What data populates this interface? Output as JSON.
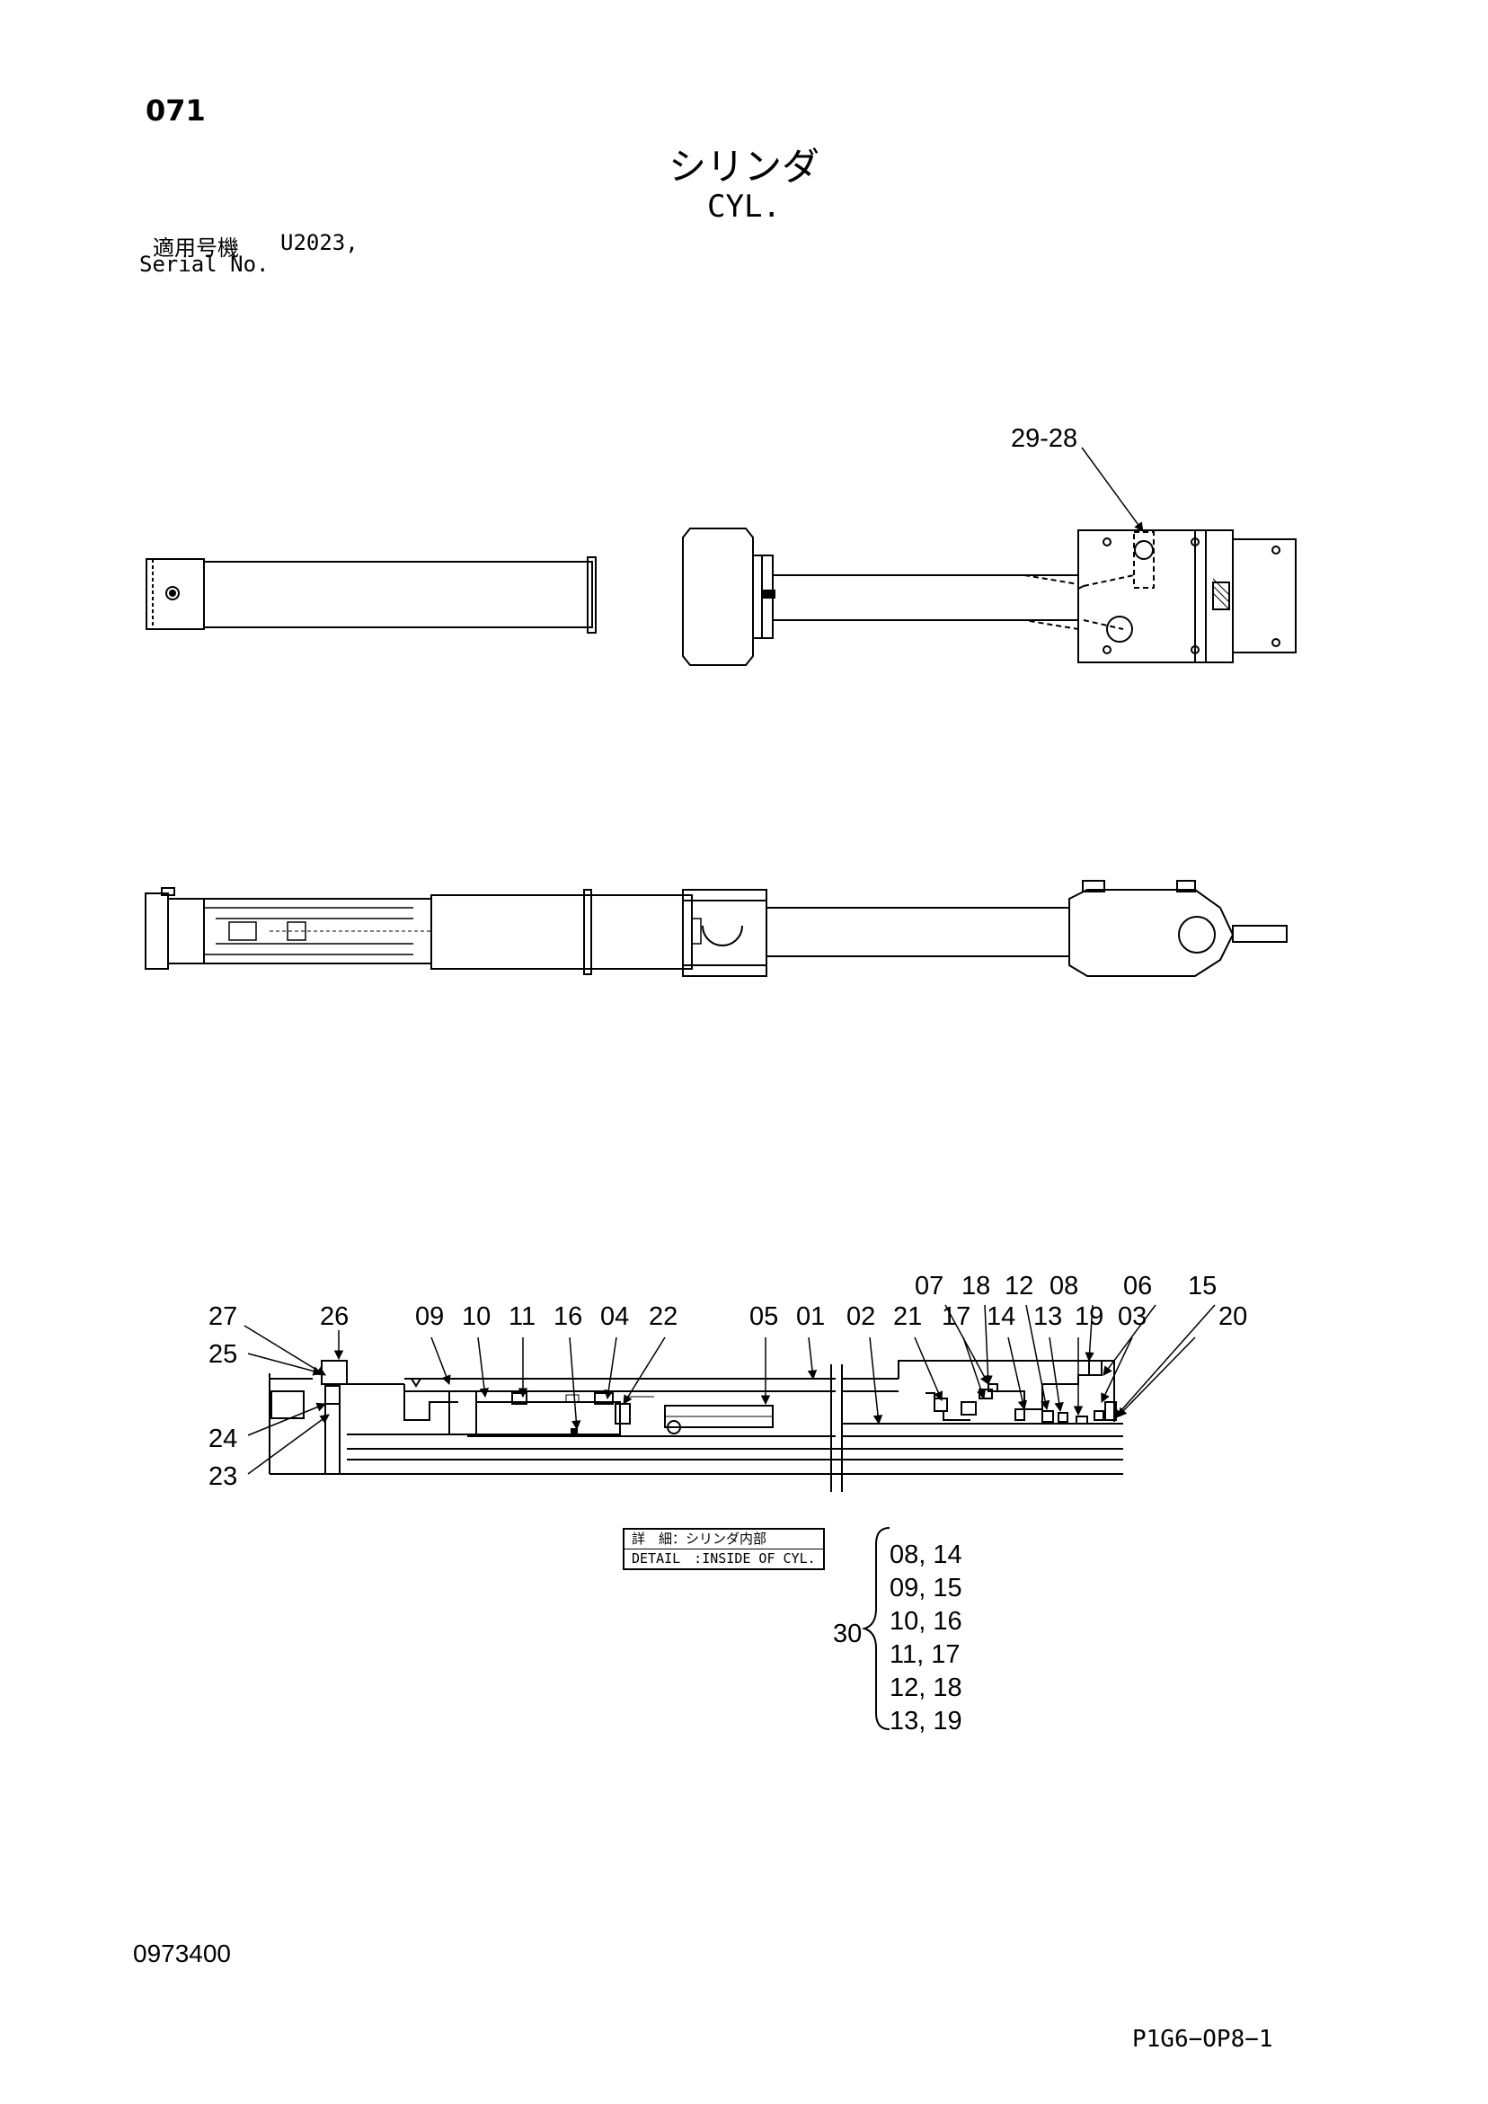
{
  "header": {
    "page_number": "071",
    "title_ja": "シリンダ",
    "title_en": "CYL.",
    "serial_label_ja": "適用号機",
    "serial_value": "U2023,",
    "serial_label_en": "Serial No."
  },
  "callouts": {
    "top_view": "29-28",
    "detail": [
      "27",
      "26",
      "25",
      "24",
      "23",
      "09",
      "10",
      "11",
      "16",
      "04",
      "22",
      "05",
      "01",
      "02",
      "21",
      "07",
      "18",
      "17",
      "14",
      "12",
      "13",
      "08",
      "19",
      "06",
      "03",
      "15",
      "20"
    ]
  },
  "detail_caption": {
    "ja": "詳　細：シリンダ内部",
    "en": "DETAIL　:INSIDE OF CYL."
  },
  "kit": {
    "number": "30",
    "items": [
      "08, 14",
      "09, 15",
      "10, 16",
      "11, 17",
      "12, 18",
      "13, 19"
    ]
  },
  "footer": {
    "document_number": "0973400",
    "page_code": "P1G6−OP8−1"
  }
}
